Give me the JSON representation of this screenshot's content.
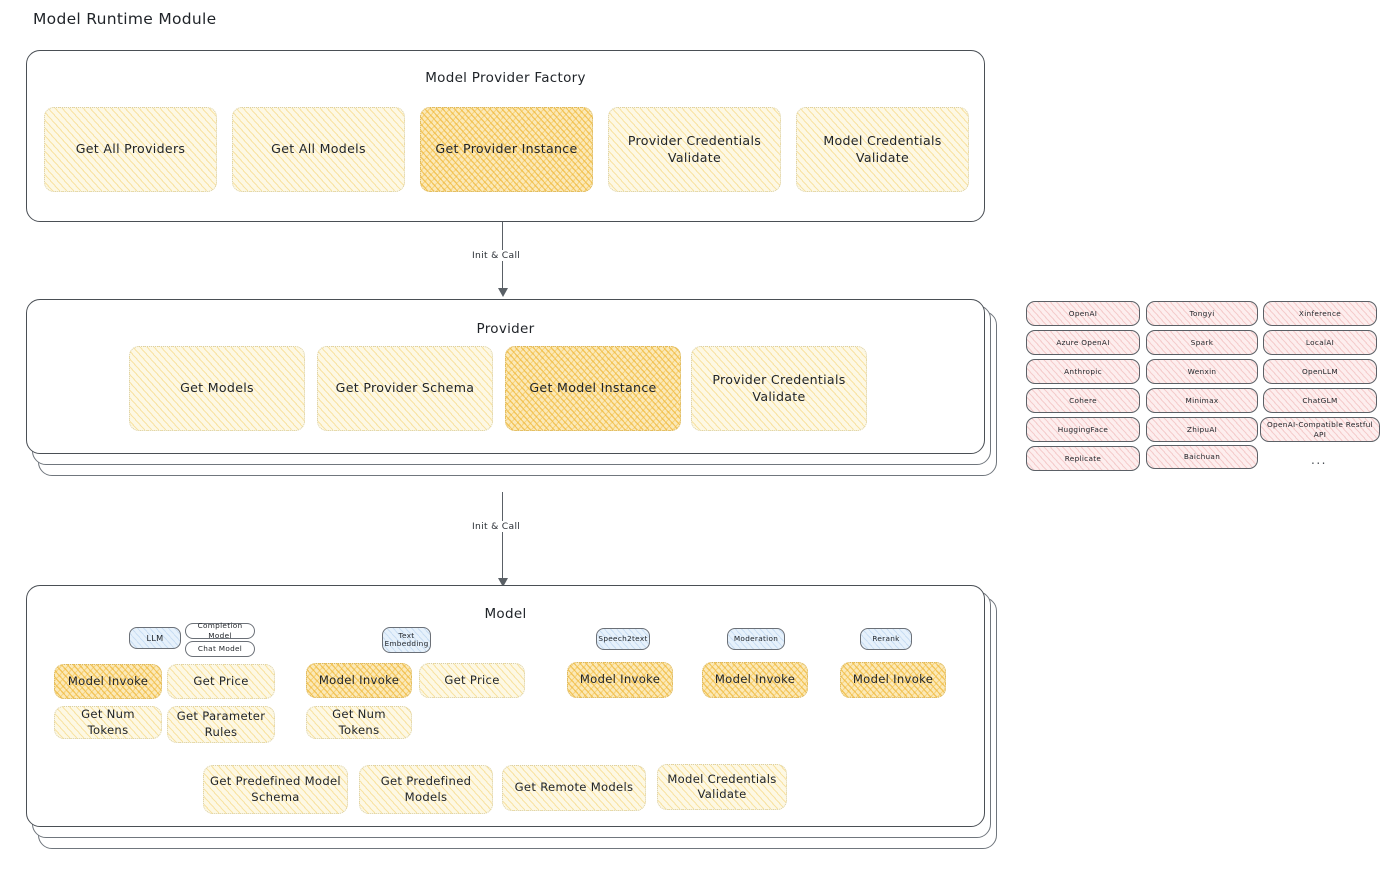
{
  "page": {
    "title": "Model Runtime Module"
  },
  "factory": {
    "title": "Model Provider Factory",
    "items": [
      {
        "label": "Get All Providers",
        "highlight": false
      },
      {
        "label": "Get All Models",
        "highlight": false
      },
      {
        "label": "Get Provider Instance",
        "highlight": true
      },
      {
        "label": "Provider Credentials Validate",
        "highlight": false
      },
      {
        "label": "Model Credentials Validate",
        "highlight": false
      }
    ]
  },
  "arrows": [
    {
      "label": "Init & Call"
    },
    {
      "label": "Init & Call"
    }
  ],
  "provider": {
    "title": "Provider",
    "items": [
      {
        "label": "Get Models",
        "highlight": false
      },
      {
        "label": "Get Provider Schema",
        "highlight": false
      },
      {
        "label": "Get Model Instance",
        "highlight": true
      },
      {
        "label": "Provider Credentials Validate",
        "highlight": false
      }
    ]
  },
  "provider_list": {
    "ellipsis": "...",
    "columns": [
      [
        "OpenAI",
        "Azure OpenAI",
        "Anthropic",
        "Cohere",
        "HuggingFace",
        "Replicate"
      ],
      [
        "Tongyi",
        "Spark",
        "Wenxin",
        "Minimax",
        "ZhipuAI",
        "Baichuan"
      ],
      [
        "Xinference",
        "LocalAI",
        "OpenLLM",
        "ChatGLM",
        "OpenAI-Compatible Restful API"
      ]
    ]
  },
  "model": {
    "title": "Model",
    "ellipsis": "...",
    "types": [
      {
        "badge": "LLM",
        "tags": [
          "Completion Model",
          "Chat Model"
        ]
      },
      {
        "badge": "Text Embedding",
        "tags": []
      },
      {
        "badge": "Speech2text",
        "tags": []
      },
      {
        "badge": "Moderation",
        "tags": []
      },
      {
        "badge": "Rerank",
        "tags": []
      }
    ],
    "ops": [
      {
        "label": "Model Invoke",
        "highlight": true
      },
      {
        "label": "Get Price",
        "highlight": false
      },
      {
        "label": "Get Num Tokens",
        "highlight": false
      },
      {
        "label": "Get Parameter Rules",
        "highlight": false
      },
      {
        "label": "Model Invoke",
        "highlight": true
      },
      {
        "label": "Get Price",
        "highlight": false
      },
      {
        "label": "Get Num Tokens",
        "highlight": false
      },
      {
        "label": "Model Invoke",
        "highlight": true
      },
      {
        "label": "Model Invoke",
        "highlight": true
      },
      {
        "label": "Model Invoke",
        "highlight": true
      }
    ],
    "common": [
      {
        "label": "Get Predefined Model Schema"
      },
      {
        "label": "Get Predefined Models"
      },
      {
        "label": "Get Remote Models"
      },
      {
        "label": "Model Credentials Validate"
      }
    ]
  }
}
